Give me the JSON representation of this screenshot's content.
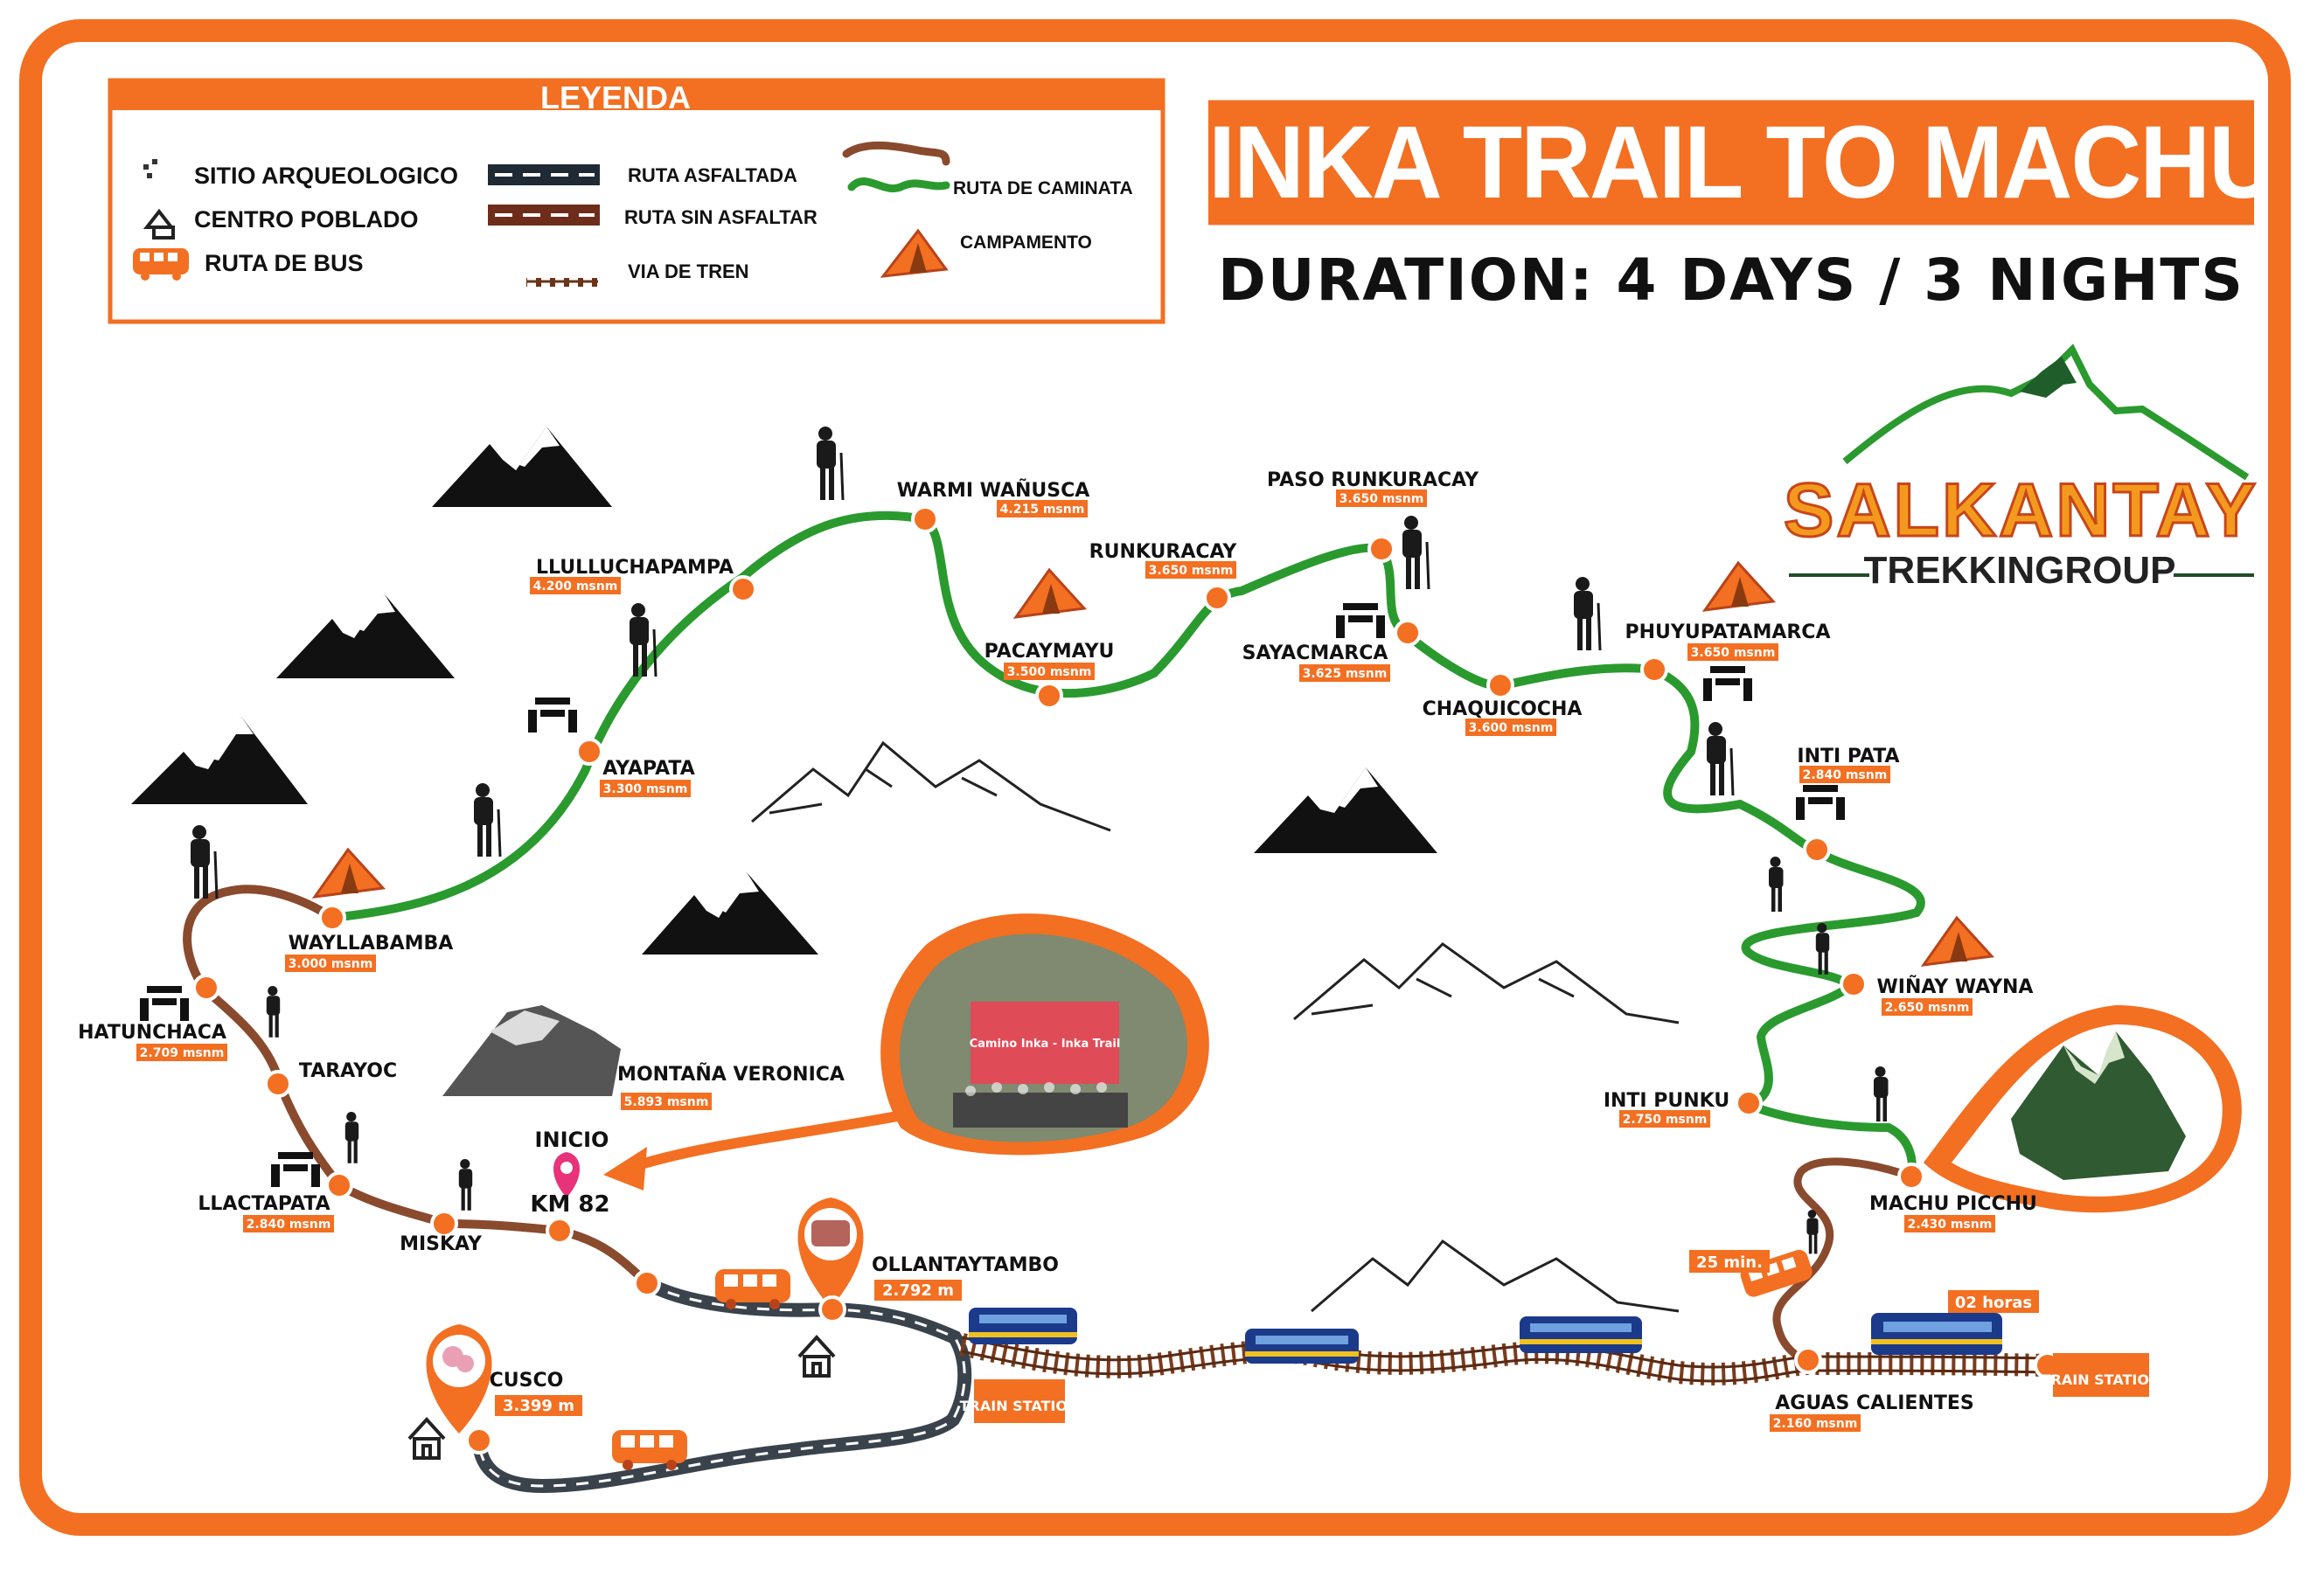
{
  "title": "INKA TRAIL TO MACHUPICCHU",
  "duration": "DURATION: 4 DAYS / 3 NIGHTS",
  "brand": {
    "name": "SALKANTAY",
    "sub": "TREKKINGROUP"
  },
  "legend": {
    "title": "LEYENDA",
    "items": [
      {
        "label": "SITIO ARQUEOLOGICO",
        "icon": "ruins-icon"
      },
      {
        "label": "CENTRO POBLADO",
        "icon": "village-icon"
      },
      {
        "label": "RUTA DE BUS",
        "icon": "bus-icon"
      },
      {
        "label": "RUTA ASFALTADA",
        "icon": "paved-road-icon"
      },
      {
        "label": "RUTA SIN ASFALTAR",
        "icon": "dirt-road-icon"
      },
      {
        "label": "VIA DE TREN",
        "icon": "railway-icon"
      },
      {
        "label": "RUTA DE CAMINATA",
        "icon": "hiking-route-icon"
      },
      {
        "label": "CAMPAMENTO",
        "icon": "tent-icon"
      }
    ]
  },
  "places": [
    {
      "name": "WARMI WAÑUSCA",
      "alt": "4.215 msnm"
    },
    {
      "name": "PASO RUNKURACAY",
      "alt": "3.650 msnm"
    },
    {
      "name": "LLULLUCHAPAMPA",
      "alt": "4.200 msnm"
    },
    {
      "name": "RUNKURACAY",
      "alt": "3.650 msnm"
    },
    {
      "name": "PACAYMAYU",
      "alt": "3.500 msnm"
    },
    {
      "name": "SAYACMARCA",
      "alt": "3.625 msnm"
    },
    {
      "name": "PHUYUPATAMARCA",
      "alt": "3.650 msnm"
    },
    {
      "name": "CHAQUICOCHA",
      "alt": "3.600 msnm"
    },
    {
      "name": "AYAPATA",
      "alt": "3.300 msnm"
    },
    {
      "name": "INTI PATA",
      "alt": "2.840 msnm"
    },
    {
      "name": "WAYLLABAMBA",
      "alt": "3.000 msnm"
    },
    {
      "name": "WIÑAY WAYNA",
      "alt": "2.650 msnm"
    },
    {
      "name": "HATUNCHACA",
      "alt": "2.709 msnm"
    },
    {
      "name": "TARAYOC",
      "alt": ""
    },
    {
      "name": "MONTAÑA VERONICA",
      "alt": "5.893 msnm"
    },
    {
      "name": "INTI PUNKU",
      "alt": "2.750 msnm"
    },
    {
      "name": "LLACTAPATA",
      "alt": "2.840 msnm"
    },
    {
      "name": "MISKAY",
      "alt": ""
    },
    {
      "name": "MACHU PICCHU",
      "alt": "2.430 msnm"
    },
    {
      "name": "OLLANTAYTAMBO",
      "alt": "2.792 m"
    },
    {
      "name": "CUSCO",
      "alt": "3.399 m"
    },
    {
      "name": "AGUAS CALIENTES",
      "alt": "2.160 msnm"
    }
  ],
  "start": {
    "line1": "INICIO",
    "line2": "KM 82"
  },
  "photo_sign": {
    "line1": "Camino Inka - Inka Trail"
  },
  "train_station_label": "TRAIN STATION",
  "time_bus": "25 min.",
  "time_train": "02 horas",
  "colors": {
    "accent": "#f36f21",
    "hike": "#2a9a2e",
    "dirt": "#8a4a2e",
    "road": "#444a52",
    "rail": "#7a3b1e"
  }
}
